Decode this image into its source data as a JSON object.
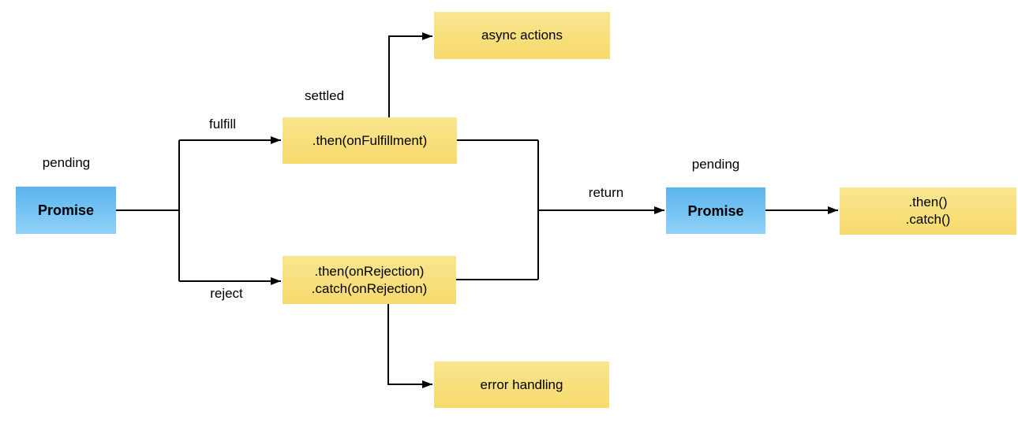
{
  "colors": {
    "background": "#FFFFFF",
    "line": "#000000",
    "text": "#000000",
    "blue-top": "#5BB4ED",
    "blue-bottom": "#8FD2F8",
    "yellow-top": "#FAE590",
    "yellow-bottom": "#F6DB6C"
  },
  "nodes": {
    "promise1": {
      "label": "Promise"
    },
    "async_actions": {
      "label": "async actions"
    },
    "then_fulfillment": {
      "label": ".then(onFulfillment)"
    },
    "then_rejection": {
      "line1": ".then(onRejection)",
      "line2": ".catch(onRejection)"
    },
    "error_handling": {
      "label": "error handling"
    },
    "promise2": {
      "label": "Promise"
    },
    "then_catch": {
      "line1": ".then()",
      "line2": ".catch()"
    }
  },
  "labels": {
    "pending_left": "pending",
    "fulfill": "fulfill",
    "settled": "settled",
    "reject": "reject",
    "return_label": "return",
    "pending_right": "pending"
  }
}
